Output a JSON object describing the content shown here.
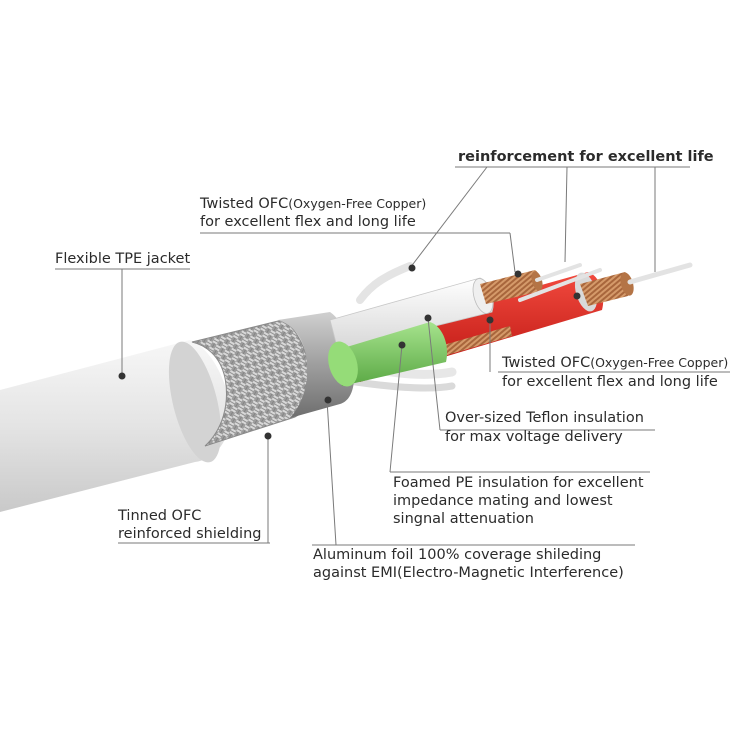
{
  "labels": {
    "reinforcement": "reinforcement for excellent life",
    "twisted_top_line1": "Twisted OFC",
    "twisted_top_paren": "(Oxygen-Free Copper)",
    "twisted_top_line2": "for excellent flex and long life",
    "jacket": "Flexible TPE jacket",
    "twisted_right_line1": "Twisted OFC",
    "twisted_right_paren": "(Oxygen-Free Copper)",
    "twisted_right_line2": "for excellent flex and long life",
    "teflon_line1": "Over-sized Teflon insulation",
    "teflon_line2": "for max voltage delivery",
    "foamed_line1": "Foamed PE insulation for excellent",
    "foamed_line2": "impedance mating and lowest",
    "foamed_line3": "singnal attenuation",
    "tinned_line1": "Tinned OFC",
    "tinned_line2": "reinforced shielding",
    "foil_line1": "Aluminum foil 100% coverage shileding",
    "foil_line2": "against EMI(Electro-Magnetic Interference)"
  },
  "colors": {
    "jacket": "#e6e6e6",
    "red_insulation": "#e0201c",
    "green_insulation": "#7ccf62",
    "copper": "#c98a5c",
    "foil": "#a9a9a9",
    "leader": "#777777"
  }
}
